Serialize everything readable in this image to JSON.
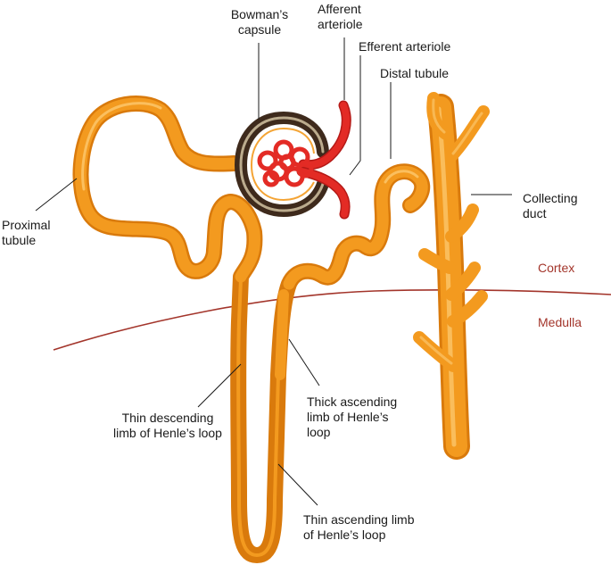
{
  "labels": {
    "bowmans_capsule": [
      "Bowman’s",
      "capsule"
    ],
    "afferent_arteriole": [
      "Afferent",
      "arteriole"
    ],
    "efferent_arteriole": [
      "Efferent arteriole"
    ],
    "distal_tubule": [
      "Distal tubule"
    ],
    "proximal_tubule": [
      "Proximal",
      "tubule"
    ],
    "collecting_duct": [
      "Collecting",
      "duct"
    ],
    "thick_ascending_limb": [
      "Thick ascending",
      "limb of Henle’s",
      "loop"
    ],
    "thin_descending_limb": [
      "Thin descending",
      "limb of Henle’s loop"
    ],
    "thin_ascending_limb": [
      "Thin ascending limb",
      "of Henle’s loop"
    ]
  },
  "zones": {
    "cortex": "Cortex",
    "medulla": "Medulla"
  },
  "colors": {
    "tubule": "#f39a1f",
    "tubule_dark": "#d97a0c",
    "tubule_highlight": "#fbc56a",
    "arteriole": "#e32b25",
    "arteriole_dark": "#b51a17",
    "capsule_outer": "#3e2a1c",
    "capsule_inner": "#c9b99a",
    "zone_text": "#a3352b",
    "boundary_line": "#a3352b",
    "leader_line": "#1a1a1a"
  }
}
